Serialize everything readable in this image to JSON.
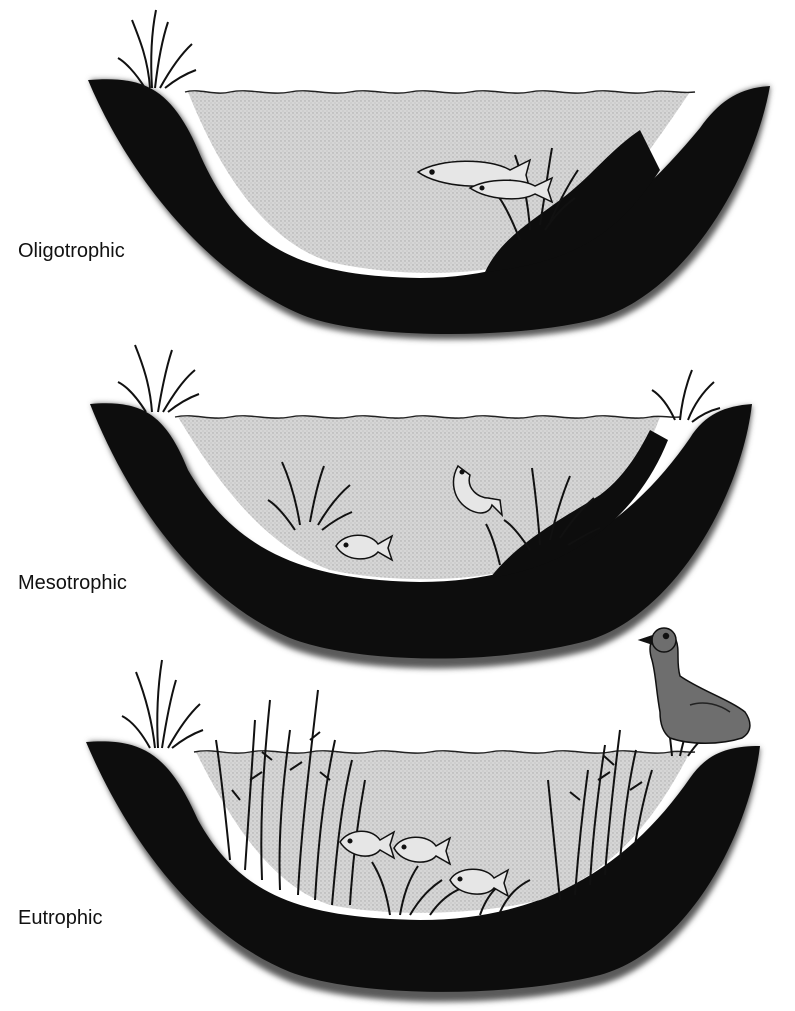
{
  "labels": [
    "Oligotrophic",
    "Mesotrophic",
    "Eutrophic"
  ],
  "colors": {
    "basin": "#0d0d0d",
    "water": "#d2d2d2",
    "plant": "#111111",
    "fish": "#e6e6e6",
    "duck": "#6e6e6e",
    "surface": "#222222"
  },
  "lakes": [
    {
      "name": "oligotrophic",
      "plant_density": "low",
      "fish": 2,
      "birds": 0
    },
    {
      "name": "mesotrophic",
      "plant_density": "medium",
      "fish": 2,
      "birds": 0
    },
    {
      "name": "eutrophic",
      "plant_density": "high",
      "fish": 3,
      "birds": 1
    }
  ]
}
